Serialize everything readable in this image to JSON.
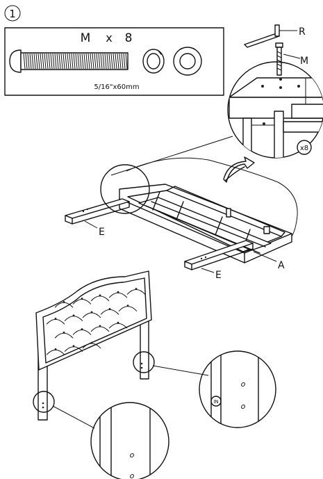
{
  "step": {
    "number": "1"
  },
  "hardware": {
    "letter": "M",
    "times": "x",
    "quantity": "8",
    "size": "5/16\"x60mm"
  },
  "callouts": {
    "r": "R",
    "m": "M",
    "a": "A",
    "e_left": "E",
    "e_right": "E",
    "in_mark": "IN"
  },
  "detail": {
    "quantity_badge": "x8"
  }
}
